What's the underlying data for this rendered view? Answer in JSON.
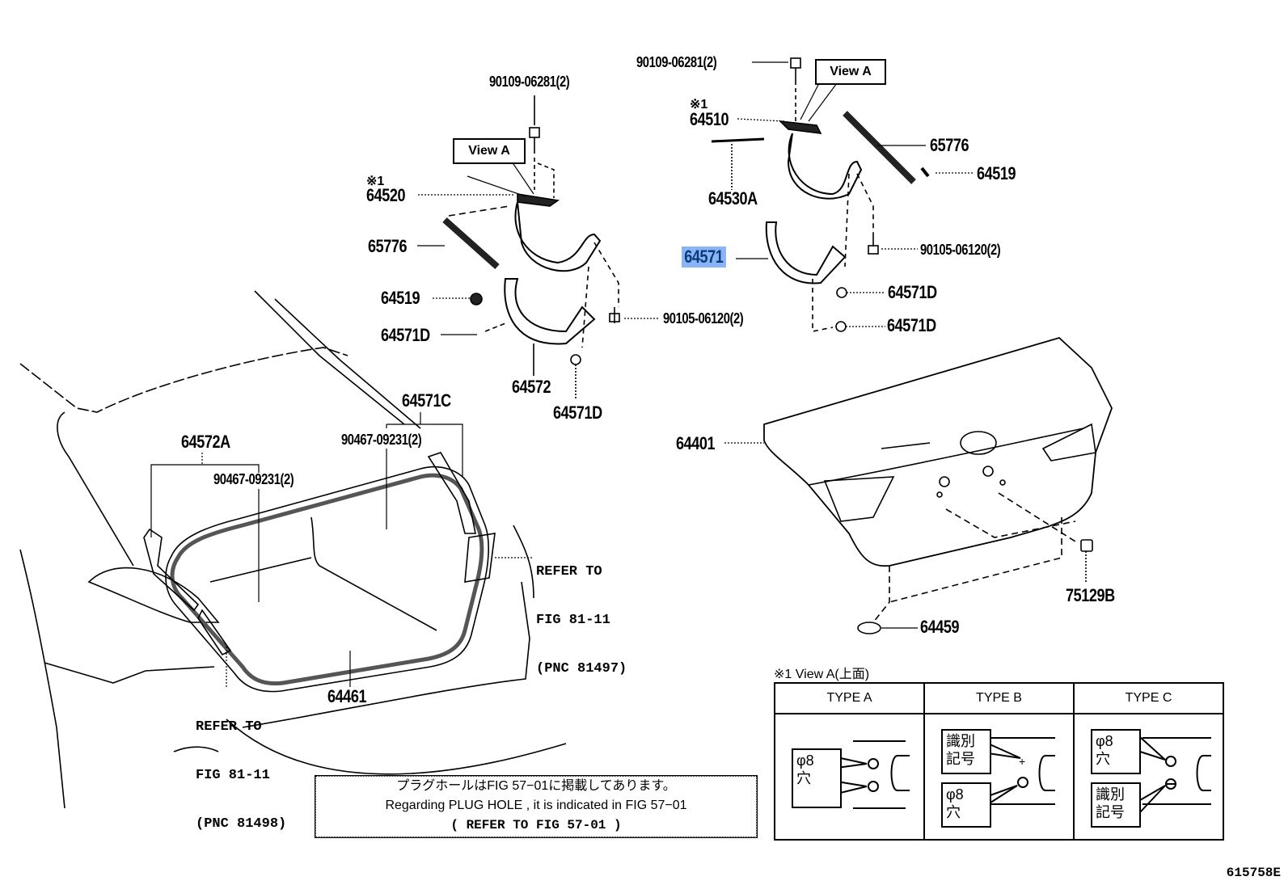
{
  "diagram": {
    "footer_code": "615758E",
    "view_a_label": "View A",
    "ref_mark": "※1",
    "part_labels": {
      "bolt_left_top": "90109-06281(2)",
      "bolt_right_top": "90109-06281(2)",
      "hinge_left": "64520",
      "hinge_right": "64510",
      "torsion_bar_left": "65776",
      "torsion_bar_right": "65776",
      "cushion_left": "64519",
      "cushion_right": "64519",
      "rod_right": "64530A",
      "hinge_cover_left": "64572",
      "hinge_cover_right": "64571",
      "clip_left_1": "64571D",
      "clip_left_2": "64571D",
      "clip_right_1": "64571D",
      "clip_right_2": "64571D",
      "bolt_left_mid": "90105-06120(2)",
      "bolt_right_mid": "90105-06120(2)",
      "weatherstrip_cover_right": "64571C",
      "clip_right_trim": "90467-09231(2)",
      "weatherstrip_cover_left": "64572A",
      "clip_left_trim": "90467-09231(2)",
      "weatherstrip": "64461",
      "luggage_door": "64401",
      "cushion_door": "64459",
      "plate": "75129B"
    },
    "selected_part": "64571",
    "refer_right": [
      "REFER TO",
      "FIG 81-11",
      "(PNC 81497)"
    ],
    "refer_left": [
      "REFER TO",
      "FIG 81-11",
      "(PNC 81498)"
    ],
    "plug_note": {
      "line1": "プラグホールはFIG 57−01に掲載してあります。",
      "line2": "Regarding  PLUG  HOLE  , it  is  indicated  in  FIG 57−01",
      "line3": "(  REFER  TO  FIG  57-01   )"
    },
    "view_a_table": {
      "title": "※1 View A(上面)",
      "types": [
        {
          "header": "TYPE A",
          "boxes": [
            "φ8\n穴"
          ]
        },
        {
          "header": "TYPE B",
          "boxes": [
            "識別\n記号",
            "φ8\n穴"
          ]
        },
        {
          "header": "TYPE C",
          "boxes": [
            "φ8\n穴",
            "識別\n記号"
          ]
        }
      ]
    },
    "colors": {
      "highlight_bg": "#8ab4f8",
      "highlight_text": "#0b3a78"
    }
  }
}
